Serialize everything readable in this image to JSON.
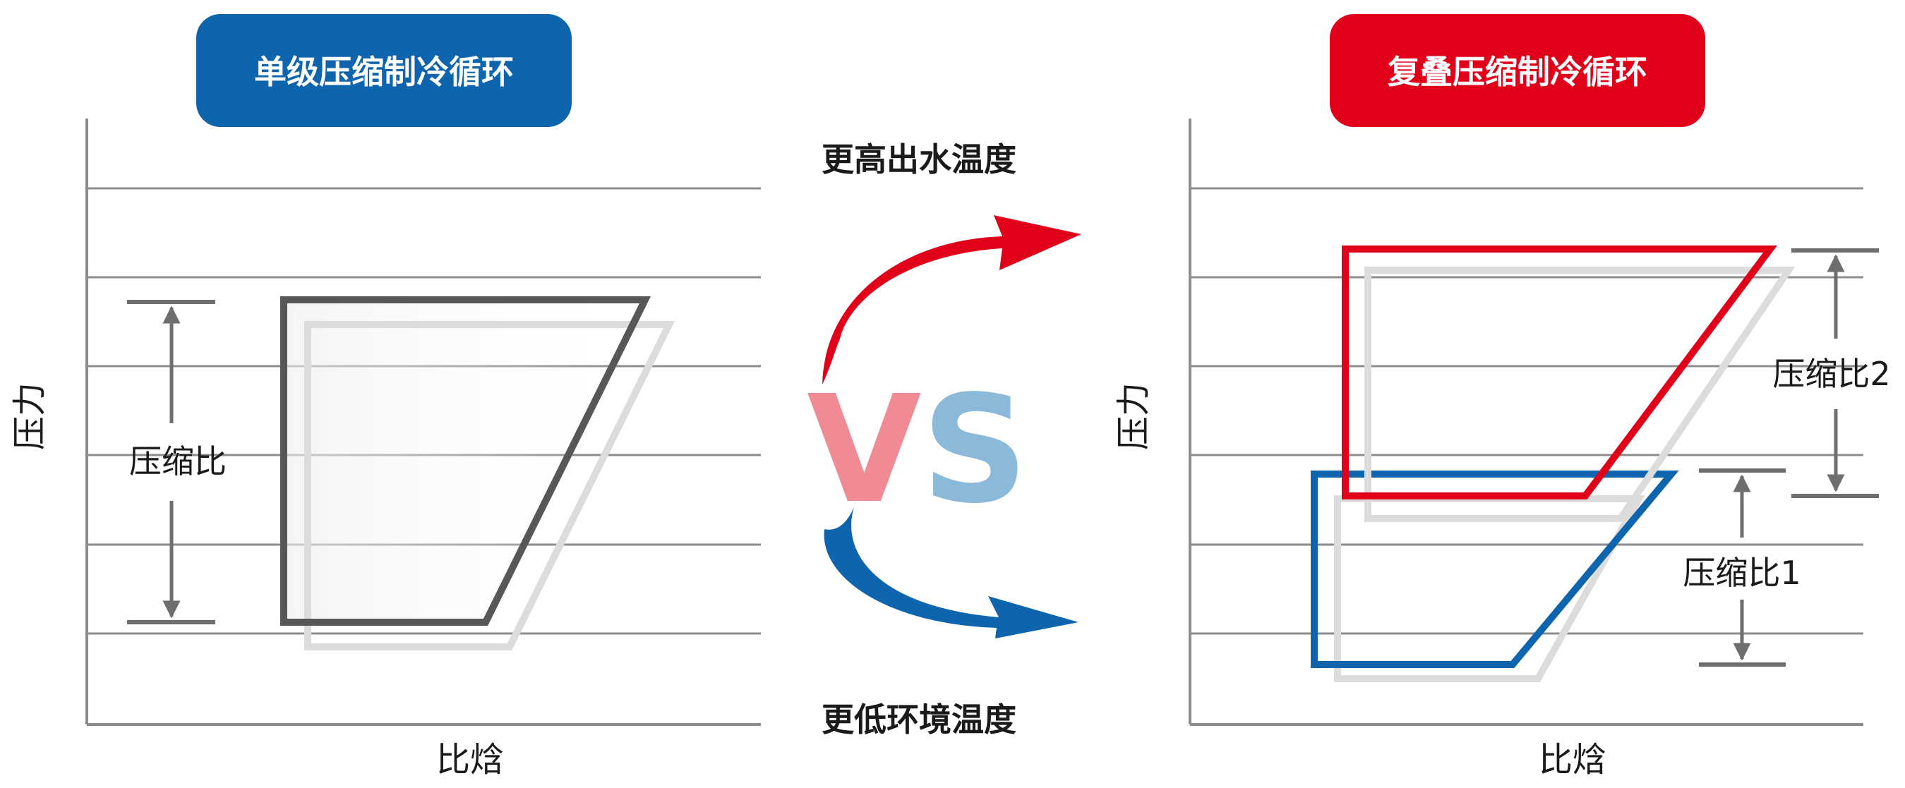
{
  "left_panel": {
    "title": "单级压缩制冷循环",
    "y_label": "压力",
    "x_label": "比焓",
    "ratio_label": "压缩比"
  },
  "right_panel": {
    "title": "复叠压缩制冷循环",
    "y_label": "压力",
    "x_label": "比焓",
    "ratio_label_top": "压缩比2",
    "ratio_label_bottom": "压缩比1"
  },
  "center": {
    "top_label": "更高出水温度",
    "bottom_label": "更低环境温度",
    "vs_v": "V",
    "vs_s": "S"
  },
  "colors": {
    "blue": "#0e64ad",
    "red": "#e1001a",
    "dark_gray": "#575757",
    "light_gray": "#dcdcdc",
    "grid": "#8c8c8c",
    "vs_v": "#f08a94",
    "vs_s": "#8bb9da"
  }
}
